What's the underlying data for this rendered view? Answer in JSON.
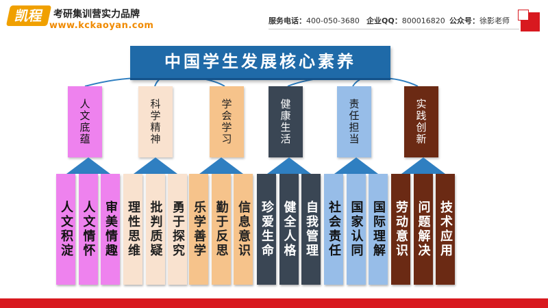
{
  "header": {
    "logo_badge": "凯程",
    "slogan": "考研集训营实力品牌",
    "url": "www.kckaoyan.com",
    "phone_label": "服务电话：",
    "phone": "400-050-3680",
    "qq_label": "企业QQ：",
    "qq": "800016820",
    "wechat_label": "公众号：",
    "wechat": "徐影老师"
  },
  "title": "中国学生发展核心素养",
  "colors": {
    "title_bg": "#1f6aa8",
    "connector": "#2f7fc1",
    "brand_red": "#d8191f",
    "brand_orange": "#f0a000"
  },
  "categories": [
    {
      "label": "人文底蕴",
      "color": "#ee82ee",
      "text_color": "#111111"
    },
    {
      "label": "科学精神",
      "color": "#f9e2cf",
      "text_color": "#222222"
    },
    {
      "label": "学会学习",
      "color": "#f6c38b",
      "text_color": "#222222"
    },
    {
      "label": "健康生活",
      "color": "#3a4654",
      "text_color": "#ffffff"
    },
    {
      "label": "责任担当",
      "color": "#97bde8",
      "text_color": "#111111"
    },
    {
      "label": "实践创新",
      "color": "#6b2a14",
      "text_color": "#ffffff"
    }
  ],
  "items": [
    [
      "人文积淀",
      "人文情怀",
      "审美情趣"
    ],
    [
      "理性思维",
      "批判质疑",
      "勇于探究"
    ],
    [
      "乐学善学",
      "勤于反思",
      "信息意识"
    ],
    [
      "珍爱生命",
      "健全人格",
      "自我管理"
    ],
    [
      "社会责任",
      "国家认同",
      "国际理解"
    ],
    [
      "劳动意识",
      "问题解决",
      "技术应用"
    ]
  ]
}
